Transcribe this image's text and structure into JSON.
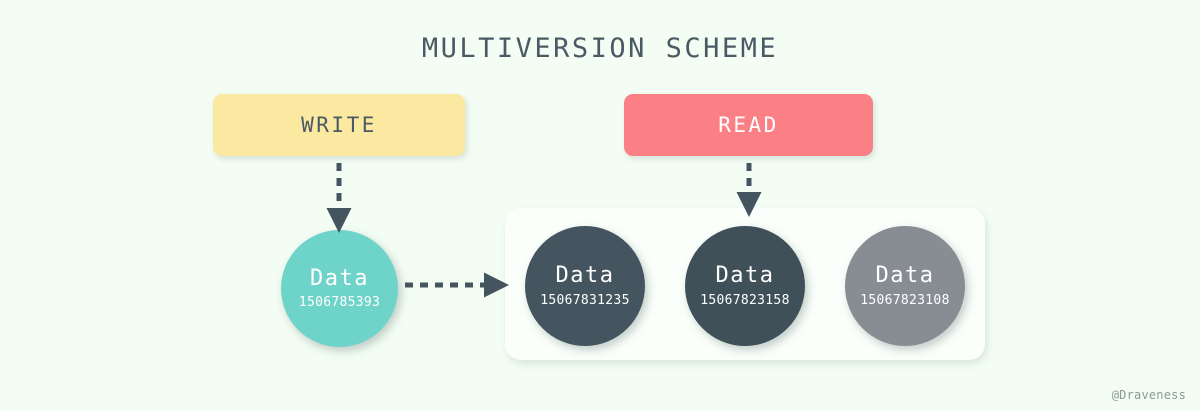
{
  "diagram": {
    "title": "MULTIVERSION SCHEME",
    "background_color": "#f3fdf4",
    "title_color": "#4a5a64"
  },
  "operations": [
    {
      "id": "write",
      "label": "WRITE",
      "fill": "#fbe9a2",
      "text_color": "#4a5a64"
    },
    {
      "id": "read",
      "label": "READ",
      "fill": "#fb8086",
      "text_color": "#ffffff"
    }
  ],
  "nodes": {
    "staged": {
      "title": "Data",
      "timestamp": "1506785393",
      "fill": "#6ed3c8"
    },
    "versions": [
      {
        "title": "Data",
        "timestamp": "15067831235",
        "fill": "#44555f"
      },
      {
        "title": "Data",
        "timestamp": "15067823158",
        "fill": "#3f5059"
      },
      {
        "title": "Data",
        "timestamp": "15067823108",
        "fill": "#878d93"
      }
    ]
  },
  "arrows": [
    {
      "id": "write-to-staged",
      "from": "write",
      "to": "staged",
      "style": "dashed",
      "color": "#44555f",
      "direction": "down"
    },
    {
      "id": "staged-to-store",
      "from": "staged",
      "to": "version-store",
      "style": "dashed",
      "color": "#44555f",
      "direction": "right"
    },
    {
      "id": "read-to-store",
      "from": "read",
      "to": "version-store",
      "style": "dashed",
      "color": "#44555f",
      "direction": "down"
    }
  ],
  "watermark": "@Draveness"
}
